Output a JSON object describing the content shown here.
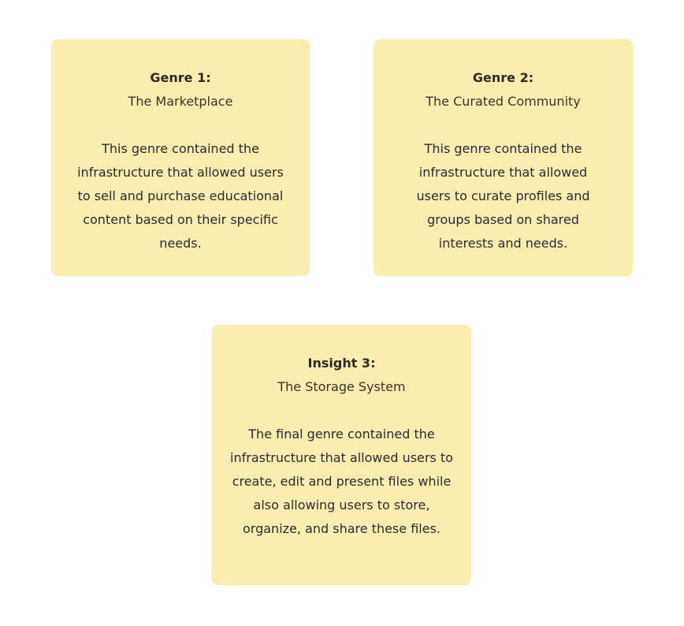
{
  "cards": [
    {
      "heading": "Genre 1:",
      "subtitle": "The Marketplace",
      "body": "This genre contained the infrastructure that allowed users to sell and purchase educational content based on their specific needs."
    },
    {
      "heading": "Genre 2:",
      "subtitle": "The Curated Community",
      "body": "This genre contained the infrastructure that allowed users to curate profiles and groups based on shared interests and needs."
    },
    {
      "heading": "Insight 3:",
      "subtitle": "The Storage System",
      "body": "The final genre contained the infrastructure that allowed users to create, edit and present files while also allowing users to store, organize, and share these files."
    }
  ],
  "colors": {
    "card_background": "#f9edb0",
    "text": "#2f2a1f"
  }
}
